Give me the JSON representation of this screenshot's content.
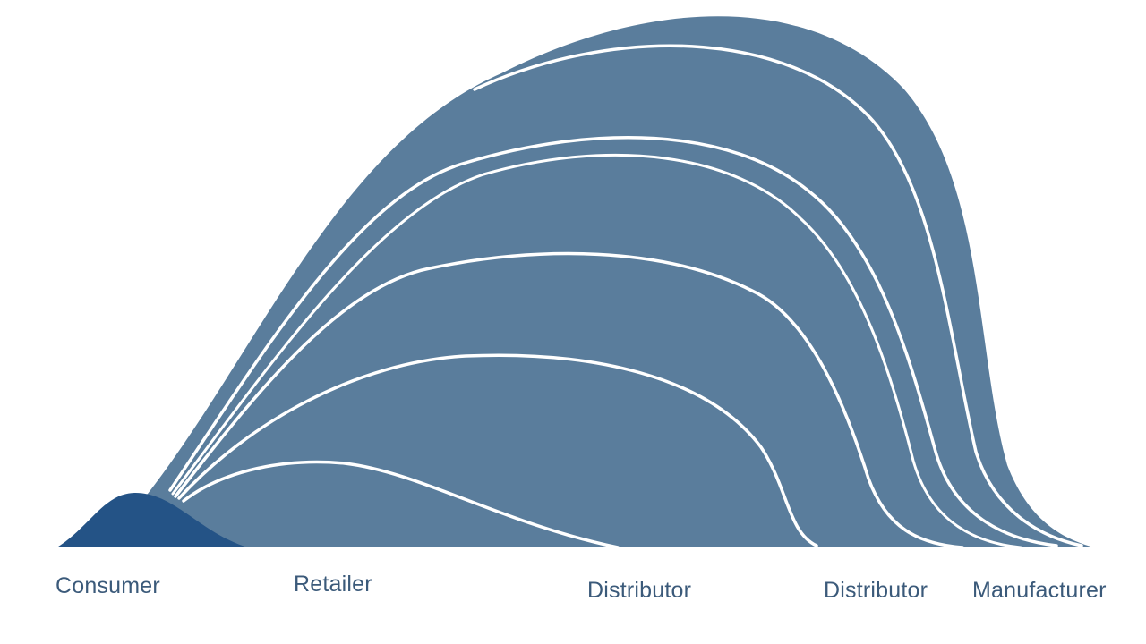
{
  "diagram": {
    "stages": [
      {
        "label": "Consumer"
      },
      {
        "label": "Retailer"
      },
      {
        "label": "Distributor"
      },
      {
        "label": "Distributor"
      },
      {
        "label": "Manufacturer"
      }
    ],
    "colors": {
      "band_fill": "#5a7d9c",
      "consumer_fill": "#245386",
      "separator": "#ffffff",
      "label_text": "#3b5a7a",
      "background": "#ffffff"
    }
  }
}
